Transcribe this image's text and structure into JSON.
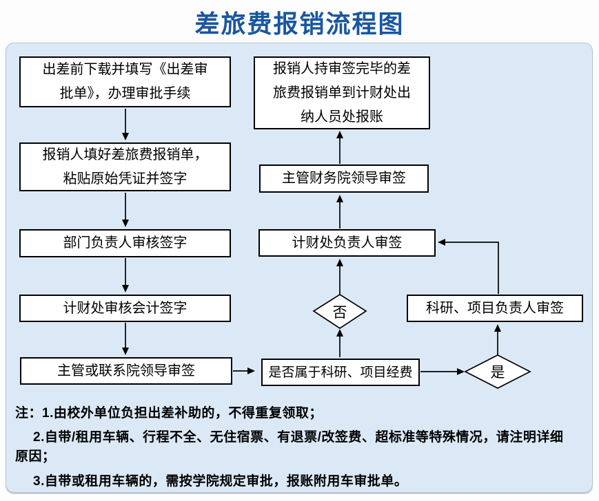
{
  "title": "差旅费报销流程图",
  "flowchart": {
    "nodes": [
      {
        "name": "download-approval-form",
        "label": "出差前下载并填写《出差审\n批单》，办理审批手续"
      },
      {
        "name": "fill-reimbursement-form",
        "label": "报销人填好差旅费报销单，\n粘贴原始凭证并签字"
      },
      {
        "name": "dept-head-review-sign",
        "label": "部门负责人审核签字"
      },
      {
        "name": "finance-accountant-review-sign",
        "label": "计财处审核会计签字"
      },
      {
        "name": "supervising-dean-sign",
        "label": "主管或联系院领导审签"
      },
      {
        "name": "cashier-settlement",
        "label": "报销人持审签完毕的差\n旅费报销单到计财处出\n纳人员处报账"
      },
      {
        "name": "finance-dean-sign",
        "label": "主管财务院领导审签"
      },
      {
        "name": "finance-head-sign",
        "label": "计财处负责人审签"
      },
      {
        "name": "is-research-project-funds",
        "label": "是否属于科研、项目经费"
      },
      {
        "name": "research-project-leader-sign",
        "label": "科研、项目负责人审签"
      }
    ],
    "decisions": {
      "no": "否",
      "yes": "是"
    }
  },
  "notes": {
    "lines": [
      "注：1.由校外单位负担出差补助的，不得重复领取；",
      "2.自带/租用车辆、行程不全、无住宿票、有退票/改签费、超标准等特殊情况，请注明详细",
      "原因；",
      "3.自带或租用车辆的，需按学院规定审批，报账附用车审批单。"
    ]
  },
  "colors": {
    "title": "#1a56a0",
    "panel_bg": "#dbe9f6",
    "box_bg": "#ffffff",
    "line": "#000000"
  }
}
